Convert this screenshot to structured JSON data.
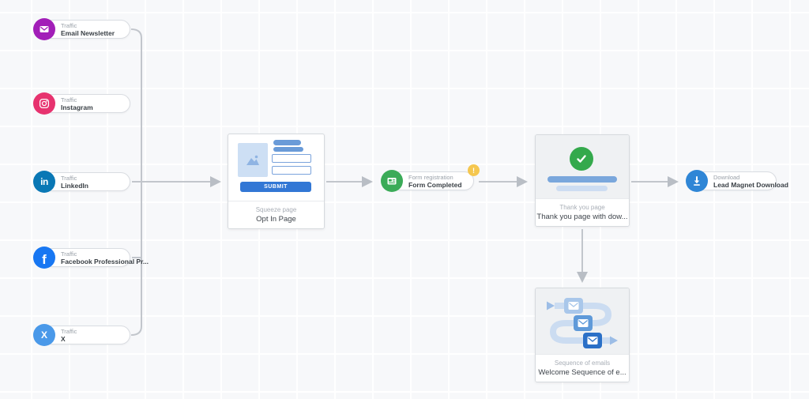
{
  "canvas": {
    "description": "funnel mapping whiteboard"
  },
  "colors": {
    "email_newsletter": "#a21fb8",
    "instagram": "#e7336f",
    "linkedin": "#0a78b5",
    "facebook": "#1877f2",
    "x": "#4a99e9",
    "form": "#3bab58",
    "download": "#2f86d6",
    "success_check": "#34a94c",
    "warning_badge": "#f5c74f",
    "submit_button": "#3277d5",
    "connector": "#c2c6cc"
  },
  "nodes": {
    "traffic": [
      {
        "type_label": "Traffic",
        "name": "Email Newsletter",
        "icon": "envelope-icon"
      },
      {
        "type_label": "Traffic",
        "name": "Instagram",
        "icon": "instagram-icon"
      },
      {
        "type_label": "Traffic",
        "name": "LinkedIn",
        "icon": "linkedin-icon"
      },
      {
        "type_label": "Traffic",
        "name": "Facebook Professional Pr...",
        "icon": "facebook-icon"
      },
      {
        "type_label": "Traffic",
        "name": "X",
        "icon": "x-icon"
      }
    ],
    "squeeze": {
      "type_label": "Squeeze page",
      "name": "Opt In Page",
      "button_label": "SUBMIT"
    },
    "form": {
      "type_label": "Form registration",
      "name": "Form Completed",
      "warning_badge": "!"
    },
    "thank_you": {
      "type_label": "Thank you page",
      "name": "Thank you page with dow..."
    },
    "download": {
      "type_label": "Download",
      "name": "Lead Magnet Download"
    },
    "sequence": {
      "type_label": "Sequence of emails",
      "name": "Welcome Sequence of e..."
    }
  }
}
